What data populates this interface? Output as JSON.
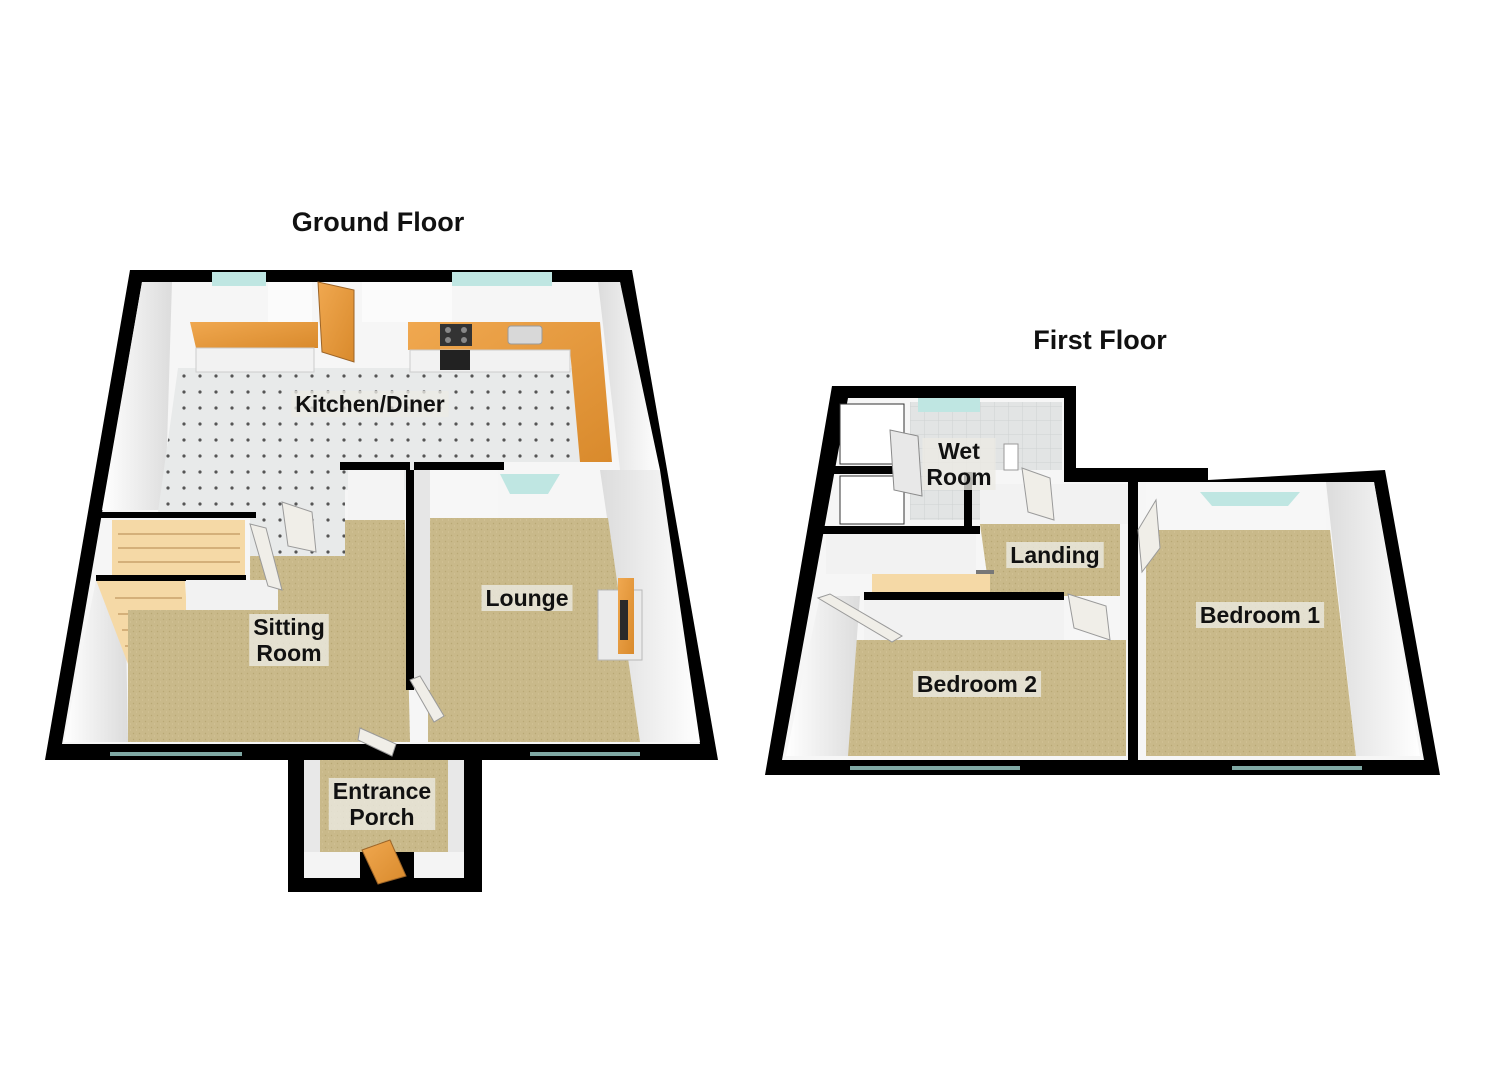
{
  "floors": [
    {
      "title": "Ground Floor",
      "rooms": [
        {
          "key": "kitchen",
          "label": [
            "Kitchen/Diner"
          ]
        },
        {
          "key": "sitting",
          "label": [
            "Sitting",
            "Room"
          ]
        },
        {
          "key": "lounge",
          "label": [
            "Lounge"
          ]
        },
        {
          "key": "porch",
          "label": [
            "Entrance",
            "Porch"
          ]
        }
      ]
    },
    {
      "title": "First Floor",
      "rooms": [
        {
          "key": "wetroom",
          "label": [
            "Wet",
            "Room"
          ]
        },
        {
          "key": "landing",
          "label": [
            "Landing"
          ]
        },
        {
          "key": "bedroom1",
          "label": [
            "Bedroom 1"
          ]
        },
        {
          "key": "bedroom2",
          "label": [
            "Bedroom 2"
          ]
        }
      ]
    }
  ],
  "colors": {
    "wall": "#000000",
    "carpet": "#c9b98a",
    "floor_tile": "#e4e6e6",
    "inner_wall": "#f4f4f4",
    "worktop": "#e08a2f",
    "window_glass": "#bfe6e2",
    "label_background": "#ecebe4"
  }
}
